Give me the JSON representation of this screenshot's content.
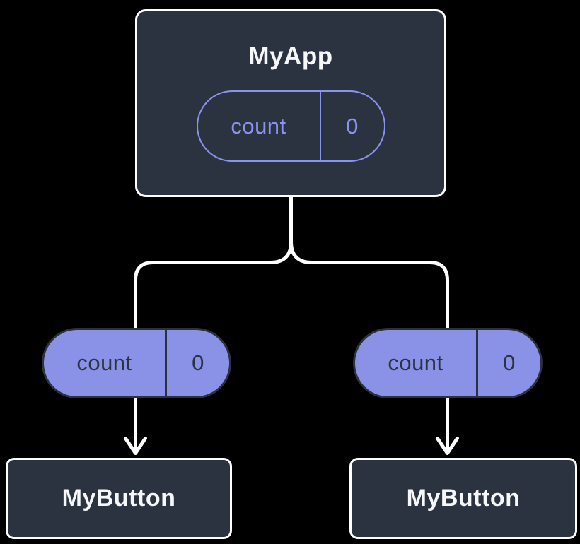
{
  "root": {
    "title": "MyApp",
    "state": {
      "label": "count",
      "value": "0"
    }
  },
  "children": [
    {
      "title": "MyButton",
      "prop": {
        "label": "count",
        "value": "0"
      }
    },
    {
      "title": "MyButton",
      "prop": {
        "label": "count",
        "value": "0"
      }
    }
  ],
  "colors": {
    "background": "#000000",
    "node_fill": "#2C3340",
    "node_border": "#FFFFFF",
    "accent_purple_outline": "#8B93F0",
    "accent_purple_fill": "#8A92E8",
    "pill_dark_text": "#2C3340",
    "connector": "#FFFFFF",
    "title_text": "#F6F7F9"
  }
}
